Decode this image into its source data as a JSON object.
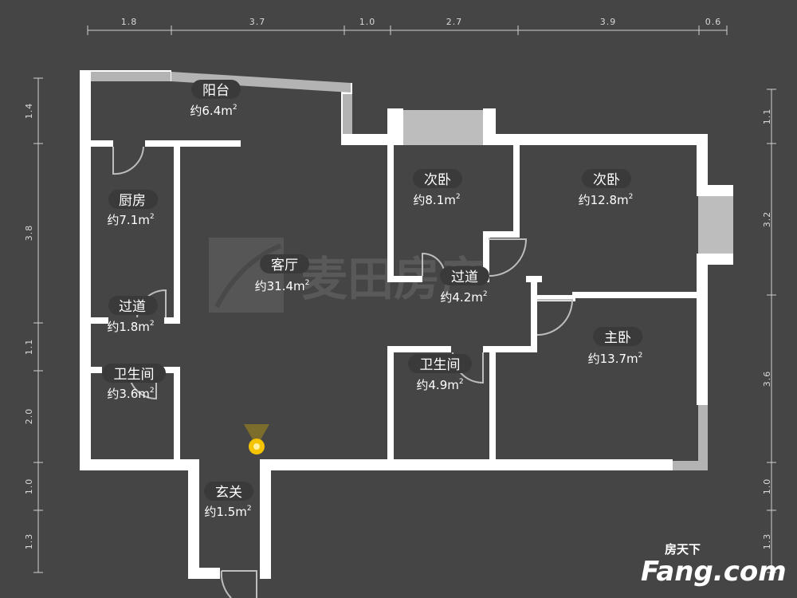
{
  "dimensions": {
    "top": [
      "1.8",
      "3.7",
      "1.0",
      "2.7",
      "3.9",
      "0.6"
    ],
    "left": [
      "1.4",
      "3.8",
      "1.1",
      "2.0",
      "1.0",
      "1.3"
    ],
    "right": [
      "1.1",
      "3.2",
      "3.6",
      "1.0",
      "1.3"
    ]
  },
  "rooms": [
    {
      "name": "阳台",
      "area": "约6.4m",
      "sup": "2"
    },
    {
      "name": "厨房",
      "area": "约7.1m",
      "sup": "2"
    },
    {
      "name": "客厅",
      "area": "约31.4m",
      "sup": "2"
    },
    {
      "name": "过道",
      "area": "约1.8m",
      "sup": "2"
    },
    {
      "name": "卫生间",
      "area": "约3.6m",
      "sup": "2"
    },
    {
      "name": "玄关",
      "area": "约1.5m",
      "sup": "2"
    },
    {
      "name": "次卧",
      "area": "约8.1m",
      "sup": "2"
    },
    {
      "name": "次卧",
      "area": "约12.8m",
      "sup": "2"
    },
    {
      "name": "过道",
      "area": "约4.2m",
      "sup": "2"
    },
    {
      "name": "卫生间",
      "area": "约4.9m",
      "sup": "2"
    },
    {
      "name": "主卧",
      "area": "约13.7m",
      "sup": "2"
    }
  ],
  "watermark": {
    "text": "麦田房产"
  },
  "brand": {
    "cn": "房天下",
    "en": "Fang.com"
  },
  "colors": {
    "background": "#454545",
    "wall": "#ffffff",
    "window": "#b3b3b3",
    "door": "#bdbdbd",
    "label_pill": "#3a3a3a"
  }
}
